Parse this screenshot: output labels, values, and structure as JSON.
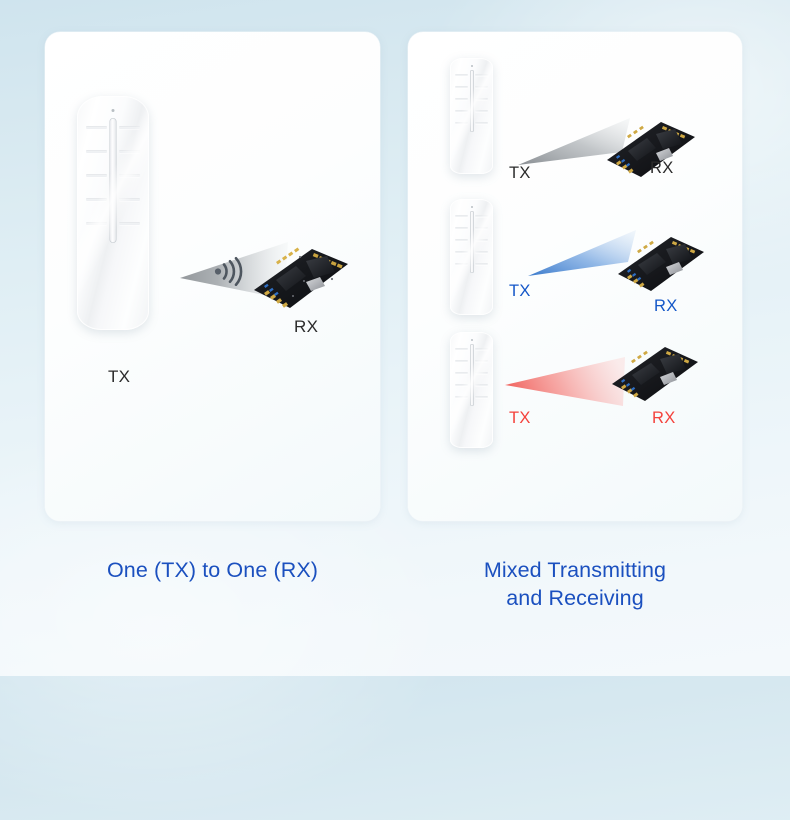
{
  "figure": {
    "kind": "rf-module-pairing-diagram",
    "background_gradient_from": "#cfe4ee",
    "background_gradient_to": "#f4f9fc",
    "accent_caption_color": "#1b50bf"
  },
  "panels": [
    {
      "id": "one-to-one",
      "caption": "One (TX) to One (RX)",
      "links": [
        {
          "transmitter_label": "TX",
          "receiver_label": "RX",
          "cone_color": "#8d9296",
          "label_color": "#2b2b2b",
          "icon": "broadcast-signal-icon"
        }
      ]
    },
    {
      "id": "mixed-transmitting-and-receiving",
      "caption": "Mixed Transmitting\nand Receiving",
      "links": [
        {
          "transmitter_label": "TX",
          "receiver_label": "RX",
          "cone_color": "#8e9398",
          "label_color": "#2b2b2b"
        },
        {
          "transmitter_label": "TX",
          "receiver_label": "RX",
          "cone_color": "#4b8fe0",
          "label_color": "#1457c8"
        },
        {
          "transmitter_label": "TX",
          "receiver_label": "RX",
          "cone_color": "#f4605c",
          "label_color": "#f4423c"
        }
      ]
    }
  ],
  "devices": {
    "remote_name": "rf-remote-control",
    "remote_button_rows": 5,
    "remote_buttons_per_row": 2,
    "module_name": "rf-receiver-module",
    "module_board_color": "#17181c"
  }
}
